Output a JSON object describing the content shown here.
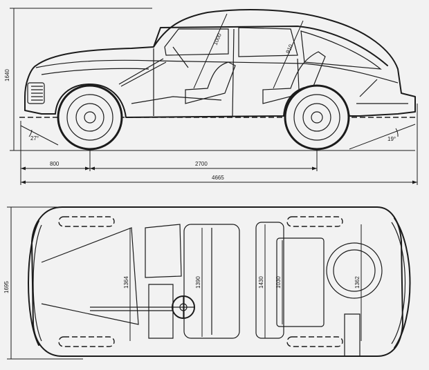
{
  "side_view": {
    "height_label": "1640",
    "front_angle_label": "27°",
    "rear_angle_label": "19°",
    "front_overhang_label": "800",
    "wheelbase_label": "2700",
    "overall_length_label": "4665",
    "front_seat_height_label": "1000",
    "rear_seat_height_label": "910"
  },
  "top_view": {
    "overall_width_label": "1695",
    "front_width_label": "1364",
    "front_seat_width_label": "1390",
    "rear_width_label": "1430",
    "rear_seat_width_label": "1030",
    "rear_track_label": "1362"
  }
}
